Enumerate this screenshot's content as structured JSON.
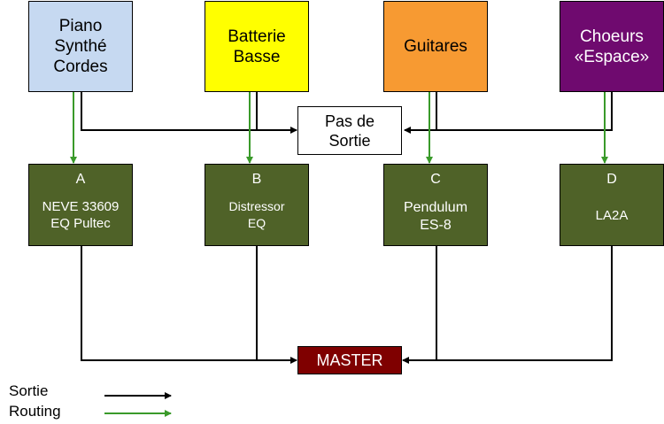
{
  "sources": [
    {
      "lines": [
        "Piano",
        "Synthé",
        "Cordes"
      ],
      "color": "#c6d9f1"
    },
    {
      "lines": [
        "Batterie",
        "Basse"
      ],
      "color": "#ffff00"
    },
    {
      "lines": [
        "Guitares"
      ],
      "color": "#f79a32"
    },
    {
      "lines": [
        "Choeurs",
        "«Espace»"
      ],
      "color": "#6f0a6f",
      "text_color": "#ffffff"
    }
  ],
  "no_output": {
    "lines": [
      "Pas de",
      "Sortie"
    ]
  },
  "processors": [
    {
      "letter": "A",
      "lines": [
        "NEVE 33609",
        "EQ Pultec"
      ]
    },
    {
      "letter": "B",
      "lines": [
        "Distressor",
        "EQ"
      ]
    },
    {
      "letter": "C",
      "lines": [
        "Pendulum",
        "ES-8"
      ]
    },
    {
      "letter": "D",
      "lines": [
        "LA2A"
      ]
    }
  ],
  "processor_color": "#4f6228",
  "master": {
    "label": "MASTER",
    "color": "#7f0000"
  },
  "legend": {
    "output_label": "Sortie",
    "routing_label": "Routing"
  },
  "colors": {
    "output_line": "#000000",
    "routing_line": "#3a9a2a"
  }
}
